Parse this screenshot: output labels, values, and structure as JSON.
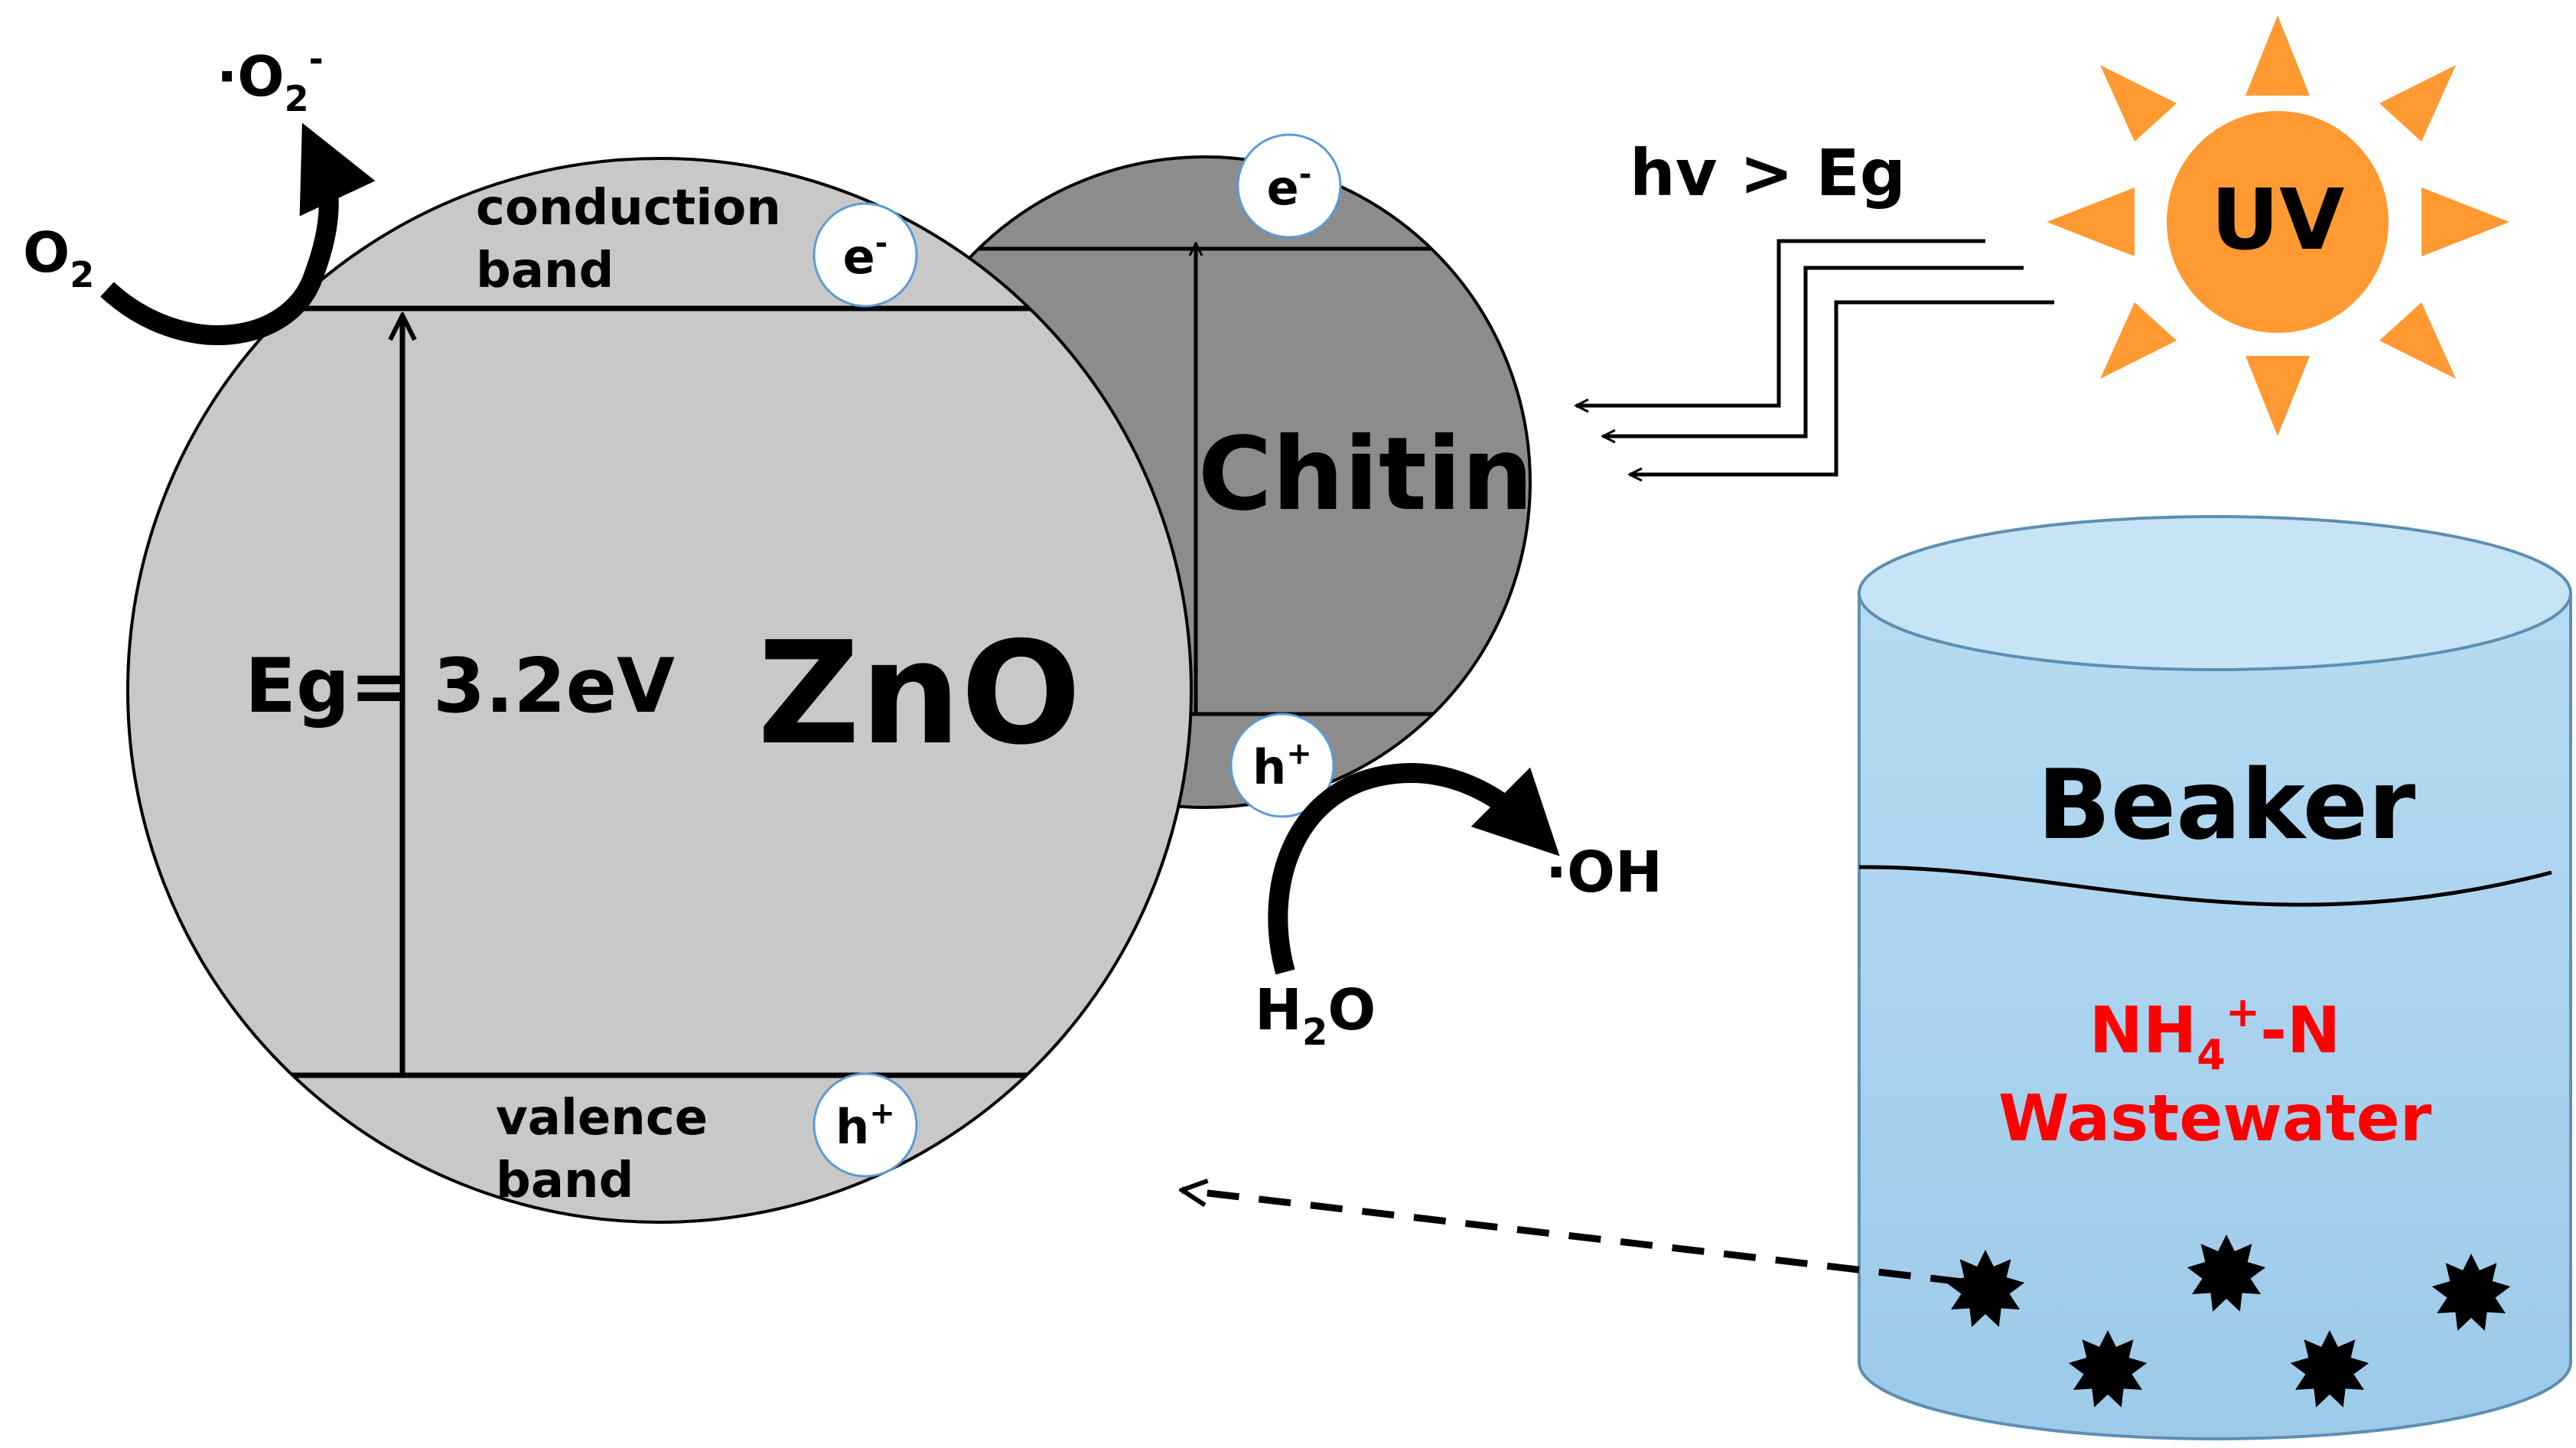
{
  "labels": {
    "superoxide": "·O",
    "superoxide_sub": "2",
    "superoxide_sup": "-",
    "oxygen": "O",
    "oxygen_sub": "2",
    "conduction_band_line1": "conduction",
    "conduction_band_line2": "band",
    "valence_band_line1": "valence",
    "valence_band_line2": "band",
    "eg_prefix": "Eg=",
    "eg_value": "3.2eV",
    "zno": "ZnO",
    "chitin": "Chitin",
    "electron": "e",
    "electron_sup": "-",
    "hole": "h",
    "hole_sup": "+",
    "hydroxyl": "·OH",
    "water_h": "H",
    "water_sub": "2",
    "water_o": "O",
    "photon_condition": "hv > Eg",
    "uv": "UV",
    "beaker": "Beaker",
    "pollutant_prefix": "NH",
    "pollutant_sub": "4",
    "pollutant_sup": "+",
    "pollutant_suffix": "-N",
    "wastewater": "Wastewater"
  },
  "colors": {
    "zno_fill": "#c8c8c8",
    "chitin_fill": "#8c8c8c",
    "sun_fill": "#ff9a33",
    "beaker_fill": "#a9d2ee",
    "beaker_top": "#c7e4f7",
    "pollutant_text": "#ff0000"
  }
}
